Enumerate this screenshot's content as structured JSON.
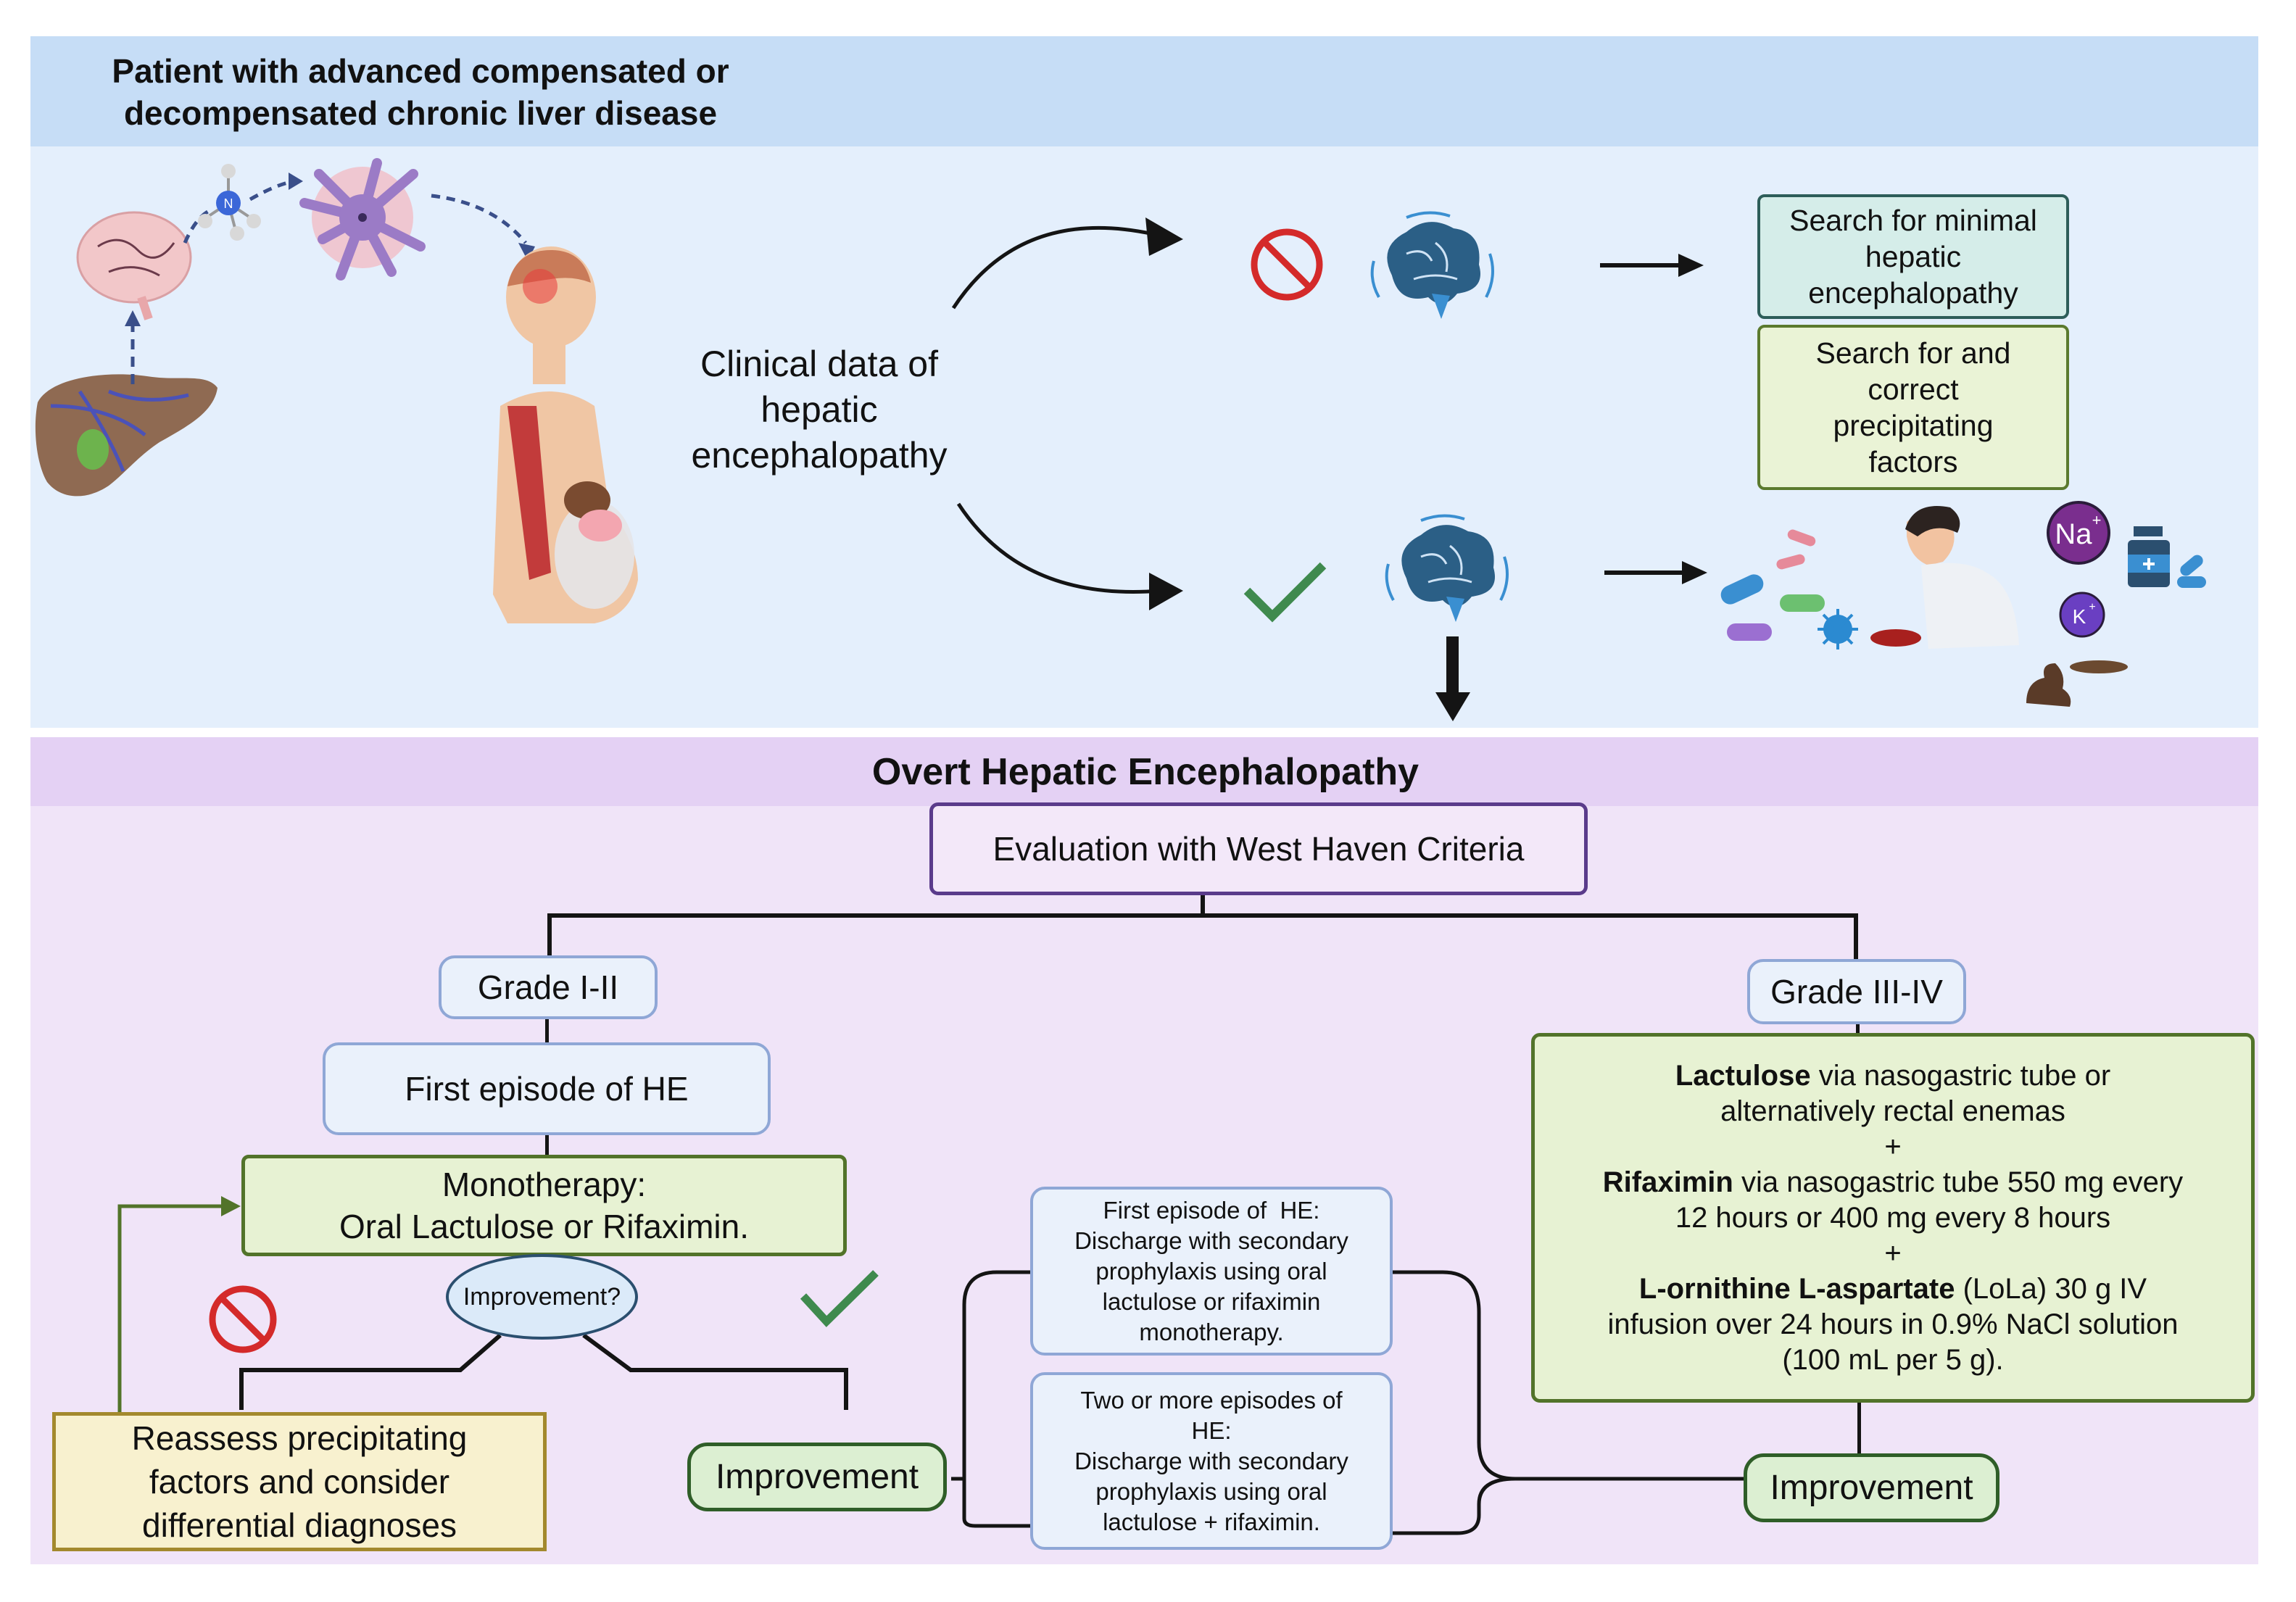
{
  "colors": {
    "top_header_bg": "#c6ddf6",
    "top_body_bg": "#e4effc",
    "bottom_header_bg": "#e4d1f4",
    "bottom_body_bg": "#f0e4f8",
    "prohibition_red": "#d42a2a",
    "check_green": "#3f8a4e",
    "brain_blue": "#2b5f86",
    "green_box_bg": "#e7f2d3",
    "green_box_border": "#52732a",
    "blue_box_bg": "#eaf1fb",
    "blue_box_border": "#8fa7d6",
    "teal_box_bg": "#d5ede9",
    "teal_box_border": "#2d5d59",
    "yellow_box_bg": "#f8f1cf",
    "yellow_box_border": "#a3892d",
    "eval_box_border": "#5a3b8b"
  },
  "top_section": {
    "title_line1": "Patient with advanced compensated or",
    "title_line2": "decompensated chronic liver disease",
    "pathophysiology_icons": [
      "liver-icon",
      "brain-icon",
      "ammonia-molecule-icon",
      "astrocyte-icon",
      "patient-body-icon"
    ],
    "clinical_data": {
      "line1": "Clinical data of",
      "line2": "hepatic",
      "line3": "encephalopathy"
    },
    "branch_no": {
      "symbol": "prohibition-icon",
      "result_box": {
        "line1": "Search for minimal",
        "line2": "hepatic",
        "line3": "encephalopathy"
      }
    },
    "branch_yes": {
      "symbol": "check-icon",
      "result_box": {
        "line1": "Search for and",
        "line2": "correct",
        "line3": "precipitating",
        "line4": "factors"
      },
      "precipitating_factor_icons": [
        "bacteria-icon",
        "virus-icon",
        "vomiting-patient-icon",
        "blood-icon",
        "stool-icon",
        "sodium-ion-icon",
        "potassium-ion-icon",
        "medication-icon"
      ],
      "sodium_label": "Na",
      "sodium_charge": "+",
      "potassium_label": "K",
      "potassium_charge": "+"
    }
  },
  "bottom_section": {
    "title": "Overt Hepatic Encephalopathy",
    "evaluation": "Evaluation with West Haven Criteria",
    "grade_low": {
      "label": "Grade I-II",
      "first_episode": "First episode of HE",
      "monotherapy_line1": "Monotherapy:",
      "monotherapy_line2": "Oral Lactulose or Rifaximin.",
      "decision": "Improvement?",
      "no_result": {
        "line1": "Reassess precipitating",
        "line2": "factors and consider",
        "line3": "differential diagnoses"
      },
      "yes_result": "Improvement"
    },
    "discharge": {
      "first": {
        "line1": "First episode of  HE:",
        "line2": "Discharge with secondary",
        "line3": "prophylaxis using oral",
        "line4": "lactulose or rifaximin",
        "line5": "monotherapy."
      },
      "recurrent": {
        "line1": "Two or more episodes of",
        "line2": "HE:",
        "line3": "Discharge with secondary",
        "line4": "prophylaxis using oral",
        "line5": "lactulose + rifaximin."
      }
    },
    "grade_high": {
      "label": "Grade III-IV",
      "treatment": {
        "lactulose_bold": "Lactulose",
        "lactulose_rest": " via nasogastric tube or",
        "lactulose_line2": "alternatively rectal enemas",
        "plus1": "+",
        "rifaximin_bold": "Rifaximin",
        "rifaximin_rest": " via nasogastric tube 550 mg every",
        "rifaximin_line2": "12 hours or 400 mg every 8 hours",
        "plus2": "+",
        "lola_bold": "L-ornithine L-aspartate",
        "lola_rest": " (LoLa) 30 g IV",
        "lola_line2": "infusion over 24 hours in 0.9% NaCl solution",
        "lola_line3": "(100 mL per 5 g)."
      },
      "result": "Improvement"
    }
  }
}
